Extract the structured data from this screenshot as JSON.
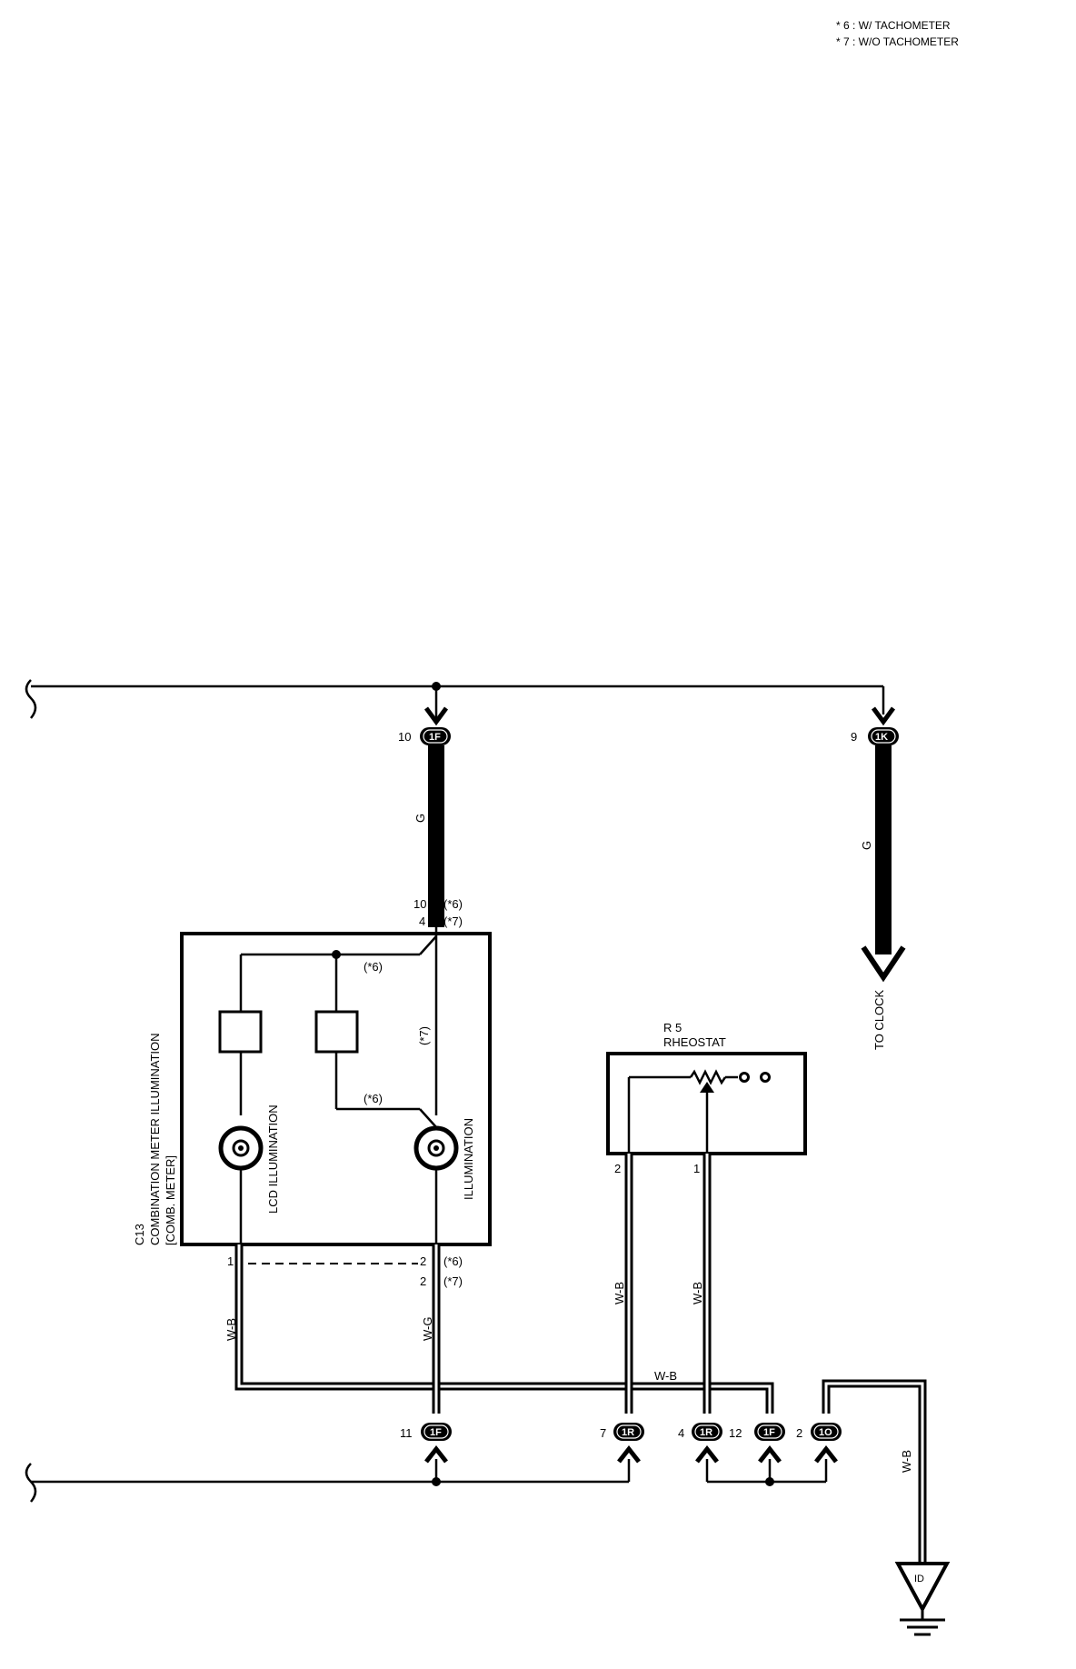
{
  "notes": [
    "* 6 : W/ TACHOMETER",
    "* 7 : W/O TACHOMETER"
  ],
  "components": {
    "meter": {
      "code": "C13",
      "name": "COMBINATION METER ILLUMINATION",
      "alt_name": "[COMB. METER]",
      "lcd_label": "LCD ILLUMINATION",
      "lamp_label": "ILLUMINATION",
      "pin_top_a": "10",
      "pin_top_a_note": "(*6)",
      "pin_top_b": "4",
      "pin_top_b_note": "(*7)",
      "pin_bottom_1": "1",
      "pin_bottom_2a": "2",
      "pin_bottom_2a_note": "(*6)",
      "pin_bottom_2b": "2",
      "pin_bottom_2b_note": "(*7)",
      "inner_note_6a": "(*6)",
      "inner_note_6b": "(*6)",
      "inner_note_7": "(*7)"
    },
    "rheostat": {
      "code": "R 5",
      "name": "RHEOSTAT",
      "pin_2": "2",
      "pin_1": "1"
    }
  },
  "connectors": {
    "c1F_top": {
      "pin": "10",
      "code": "1F"
    },
    "c1K_top": {
      "pin": "9",
      "code": "1K"
    },
    "c1F_bot": {
      "pin": "11",
      "code": "1F"
    },
    "c1R_a": {
      "pin": "7",
      "code": "1R"
    },
    "c1R_b": {
      "pin": "4",
      "code": "1R"
    },
    "c1F_b": {
      "pin": "12",
      "code": "1F"
    },
    "c1O": {
      "pin": "2",
      "code": "1O"
    }
  },
  "wires": {
    "g_main": "G",
    "g_clock": "G",
    "wb_left": "W-B",
    "wg": "W-G",
    "wb_r2": "W-B",
    "wb_r1": "W-B",
    "wb_horizontal": "W-B",
    "wb_ground": "W-B"
  },
  "to_clock": "TO CLOCK",
  "ground": {
    "code": "ID"
  }
}
